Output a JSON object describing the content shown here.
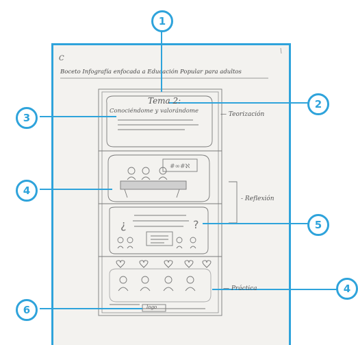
{
  "paper": {
    "corner_mark": "C",
    "title": "Boceto Infografía enfocada a Educación Popular para adultos"
  },
  "panels": {
    "panel1_heading": "Tema 2:",
    "panel1_subtitle": "Conociéndome y valorándome",
    "panel4_logo": "logo"
  },
  "side_labels": {
    "teorizacion": "— Teorización",
    "reflexion": "- Reflexión",
    "practica": "— Práctica"
  },
  "callouts": [
    {
      "number": "1"
    },
    {
      "number": "2"
    },
    {
      "number": "3"
    },
    {
      "number": "4"
    },
    {
      "number": "5"
    },
    {
      "number": "4"
    },
    {
      "number": "6"
    }
  ],
  "colors": {
    "accent": "#2ea3db",
    "pencil": "#7a7a7a"
  }
}
